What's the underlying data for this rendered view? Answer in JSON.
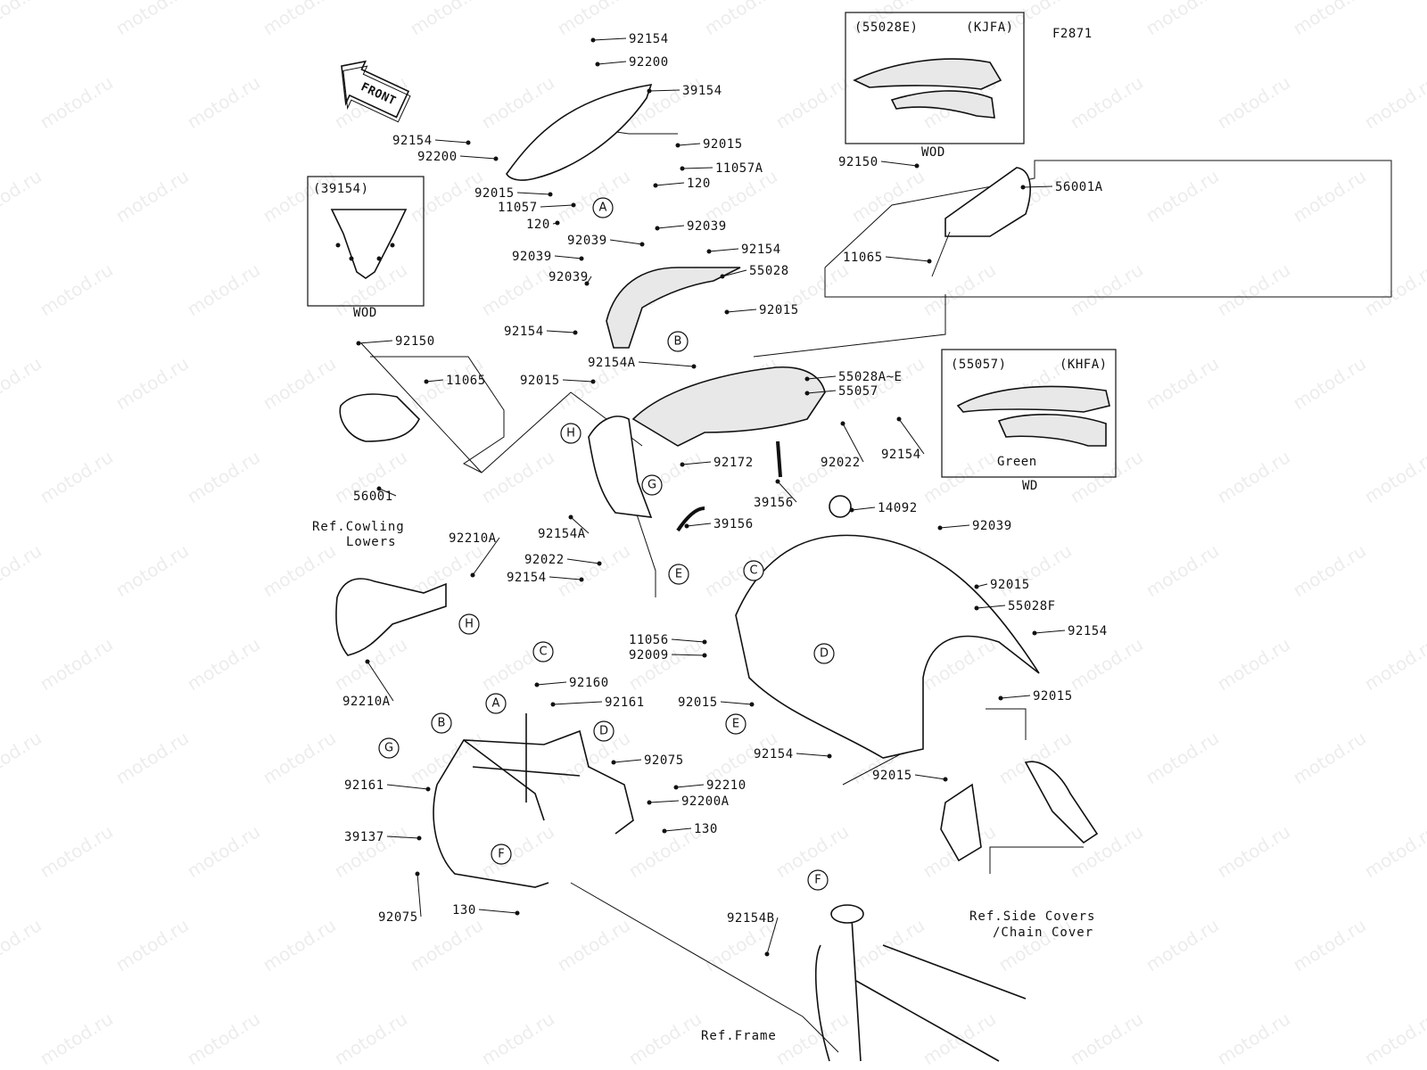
{
  "figure_code": "F2871",
  "watermark": "motod.ru",
  "front_label": "FRONT",
  "callouts": [
    "92154",
    "92200",
    "39154",
    "92154",
    "92200",
    "92015",
    "11057A",
    "92015",
    "11057",
    "120",
    "120",
    "92039",
    "92039",
    "92039",
    "92039",
    "92154",
    "55028",
    "92015",
    "92154",
    "92150",
    "11065",
    "56001",
    "92154A",
    "55028A~E",
    "55057",
    "92015",
    "92172",
    "92022",
    "92154",
    "39156",
    "39156",
    "92154A",
    "92022",
    "92154",
    "14092",
    "92039",
    "92015",
    "55028F",
    "92154",
    "92015",
    "11056",
    "92009",
    "92015",
    "92154",
    "92015",
    "92160",
    "92161",
    "92075",
    "92210",
    "92200A",
    "130",
    "92161",
    "39137",
    "92075",
    "130",
    "92154B",
    "92210A",
    "92210A",
    "92150",
    "11065",
    "56001A"
  ],
  "letters": [
    "A",
    "A",
    "B",
    "B",
    "C",
    "C",
    "D",
    "D",
    "E",
    "E",
    "F",
    "F",
    "G",
    "G",
    "H",
    "H"
  ],
  "refs": {
    "cowling_lowers_1": "Ref.Cowling",
    "cowling_lowers_2": "Lowers",
    "side_covers_1": "Ref.Side Covers",
    "side_covers_2": "/Chain Cover",
    "frame": "Ref.Frame"
  },
  "insets": {
    "windshield": {
      "header": "(39154)",
      "footer": "WOD"
    },
    "cowl_kjfa": {
      "header_left": "(55028E)",
      "header_right": "(KJFA)",
      "footer": "WOD"
    },
    "cowl_khfa": {
      "header_left": "(55057)",
      "header_right": "(KHFA)",
      "inner": "Green",
      "footer": "WD"
    }
  }
}
